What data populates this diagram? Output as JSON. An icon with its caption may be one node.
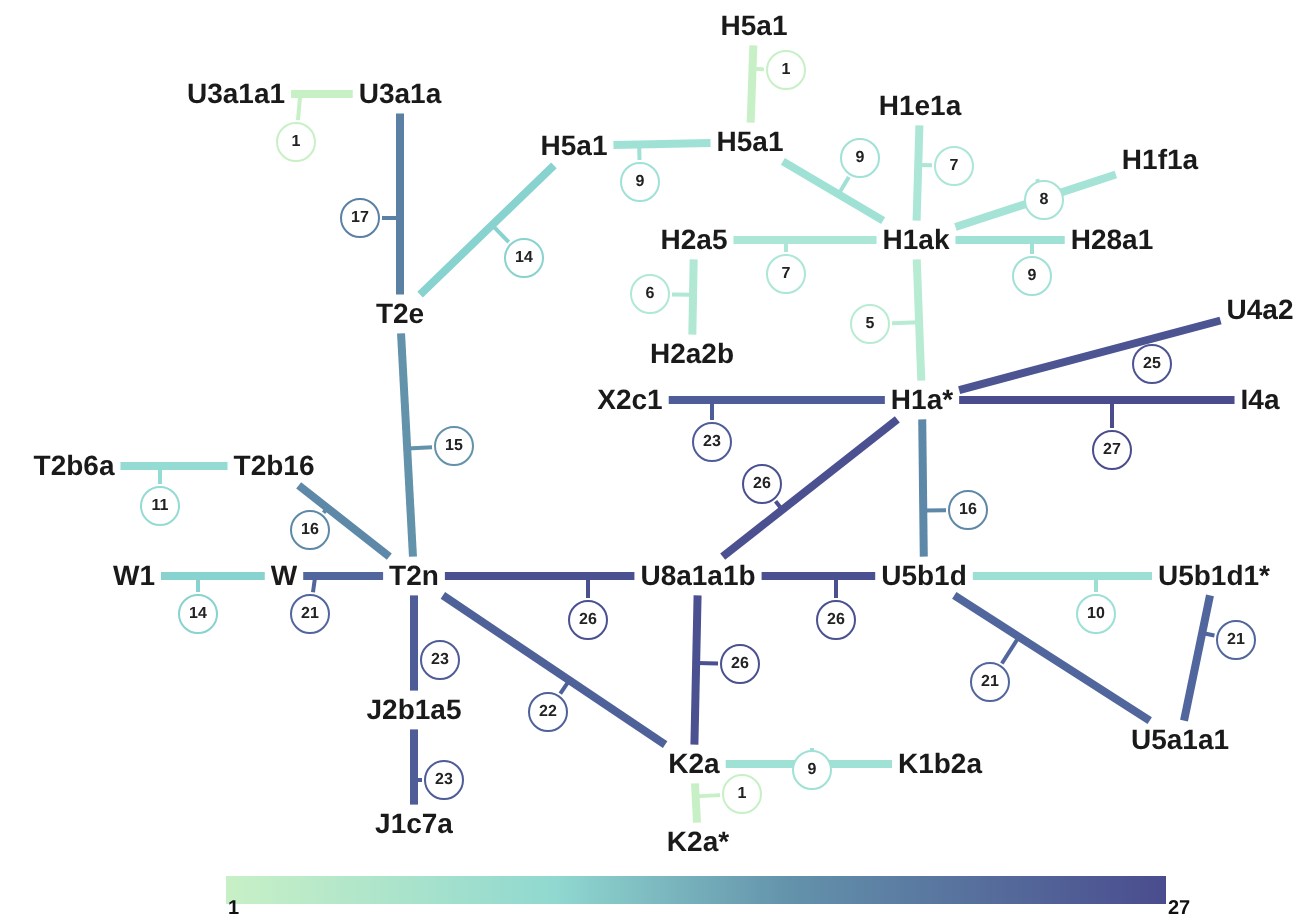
{
  "diagram": {
    "nodes": [
      {
        "text": [
          "U3a1a1"
        ]
      },
      {
        "text": [
          "U3a1a"
        ]
      },
      {
        "text": [
          "H5a1"
        ]
      },
      {
        "text": [
          "H5a1"
        ]
      },
      {
        "text": [
          "H5a1"
        ]
      },
      {
        "text": [
          "H1e1a"
        ]
      },
      {
        "text": [
          "H1f1a"
        ]
      },
      {
        "text": [
          "T2e"
        ]
      },
      {
        "text": [
          "H2a5"
        ]
      },
      {
        "text": [
          "H1ak"
        ]
      },
      {
        "text": [
          "H28a1"
        ]
      },
      {
        "text": [
          "H2a2b"
        ]
      },
      {
        "text": [
          "X2c1"
        ]
      },
      {
        "text": [
          "H1a*"
        ]
      },
      {
        "text": [
          "U4a2"
        ]
      },
      {
        "text": [
          "I4a"
        ]
      },
      {
        "text": [
          "T2b6a"
        ]
      },
      {
        "text": [
          "T2b16"
        ]
      },
      {
        "text": [
          "W1"
        ]
      },
      {
        "text": [
          "W"
        ]
      },
      {
        "text": [
          "T2n"
        ]
      },
      {
        "text": [
          "U8a1a1b"
        ]
      },
      {
        "text": [
          "U5b1d"
        ]
      },
      {
        "text": [
          "U5b1d1*"
        ]
      },
      {
        "text": [
          "J2b1a5"
        ]
      },
      {
        "text": [
          "K2a"
        ]
      },
      {
        "text": [
          "K1b2a"
        ]
      },
      {
        "text": [
          "J1c7a"
        ]
      },
      {
        "text": [
          "U5a1a1"
        ]
      },
      {
        "text": [
          "K2a*"
        ]
      }
    ],
    "edges": [
      {
        "from": 0,
        "to": 1,
        "arrow": "none",
        "label": "1",
        "color": "#c8f0c6"
      },
      {
        "from": 1,
        "to": 7,
        "arrow": "none",
        "label": "17",
        "color": "#5a80a4"
      },
      {
        "from": 2,
        "to": 4,
        "arrow": "none",
        "label": "1",
        "color": "#c8f0c6"
      },
      {
        "from": 3,
        "to": 4,
        "arrow": "none",
        "label": "9",
        "color": "#a0e1d6"
      },
      {
        "from": 4,
        "to": 9,
        "arrow": "none",
        "label": "9",
        "color": "#a0e1d6"
      },
      {
        "from": 5,
        "to": 9,
        "arrow": "none",
        "label": "7",
        "color": "#abe6d6"
      },
      {
        "from": 6,
        "to": 9,
        "arrow": "none",
        "label": "8",
        "color": "#a5e3d6"
      },
      {
        "from": 8,
        "to": 9,
        "arrow": "none",
        "label": "7",
        "color": "#abe6d6"
      },
      {
        "from": 9,
        "to": 10,
        "arrow": "none",
        "label": "9",
        "color": "#a0e1d6"
      },
      {
        "from": 8,
        "to": 11,
        "arrow": "none",
        "label": "6",
        "color": "#b0e8d4"
      },
      {
        "from": 9,
        "to": 13,
        "arrow": "none",
        "label": "5",
        "color": "#b8ecd2"
      },
      {
        "from": 7,
        "to": 3,
        "arrow": "none",
        "label": "14",
        "color": "#88d2cf"
      },
      {
        "from": 7,
        "to": 20,
        "arrow": "none",
        "label": "15",
        "color": "#6392ab"
      },
      {
        "from": 12,
        "to": 13,
        "arrow": "none",
        "label": "23",
        "color": "#4e5c97"
      },
      {
        "from": 13,
        "to": 14,
        "arrow": "none",
        "label": "25",
        "color": "#4c5492"
      },
      {
        "from": 13,
        "to": 15,
        "arrow": "none",
        "label": "27",
        "color": "#4a4c8e"
      },
      {
        "from": 13,
        "to": 22,
        "arrow": "none",
        "label": "16",
        "color": "#5e88a7"
      },
      {
        "from": 13,
        "to": 21,
        "arrow": "none",
        "label": "26",
        "color": "#4b5090"
      },
      {
        "from": 16,
        "to": 17,
        "arrow": "none",
        "label": "11",
        "color": "#94dbd3"
      },
      {
        "from": 17,
        "to": 20,
        "arrow": "none",
        "label": "16",
        "color": "#5e88a7"
      },
      {
        "from": 18,
        "to": 19,
        "arrow": "none",
        "label": "14",
        "color": "#88d2cf"
      },
      {
        "from": 19,
        "to": 20,
        "arrow": "none",
        "label": "21",
        "color": "#50669c"
      },
      {
        "from": 20,
        "to": 21,
        "arrow": "none",
        "label": "26",
        "color": "#4b5090"
      },
      {
        "from": 20,
        "to": 25,
        "arrow": "none",
        "label": "22",
        "color": "#4f6199"
      },
      {
        "from": 20,
        "to": 24,
        "arrow": "none",
        "label": "23",
        "color": "#4e5c97"
      },
      {
        "from": 24,
        "to": 27,
        "arrow": "none",
        "label": "23",
        "color": "#4e5c97"
      },
      {
        "from": 21,
        "to": 22,
        "arrow": "none",
        "label": "26",
        "color": "#4b5090"
      },
      {
        "from": 21,
        "to": 25,
        "arrow": "none",
        "label": "26",
        "color": "#4b5090"
      },
      {
        "from": 25,
        "to": 26,
        "arrow": "none",
        "label": "9",
        "color": "#a0e1d6"
      },
      {
        "from": 25,
        "to": 29,
        "arrow": "none",
        "label": "1",
        "color": "#c8f0c6"
      },
      {
        "from": 22,
        "to": 23,
        "arrow": "none",
        "label": "10",
        "color": "#9bdfd5"
      },
      {
        "from": 22,
        "to": 28,
        "arrow": "none",
        "label": "21",
        "color": "#50669c"
      },
      {
        "from": 23,
        "to": 28,
        "arrow": "none",
        "label": "21",
        "color": "#50669c"
      }
    ],
    "labels": [
      "1",
      "27"
    ]
  }
}
